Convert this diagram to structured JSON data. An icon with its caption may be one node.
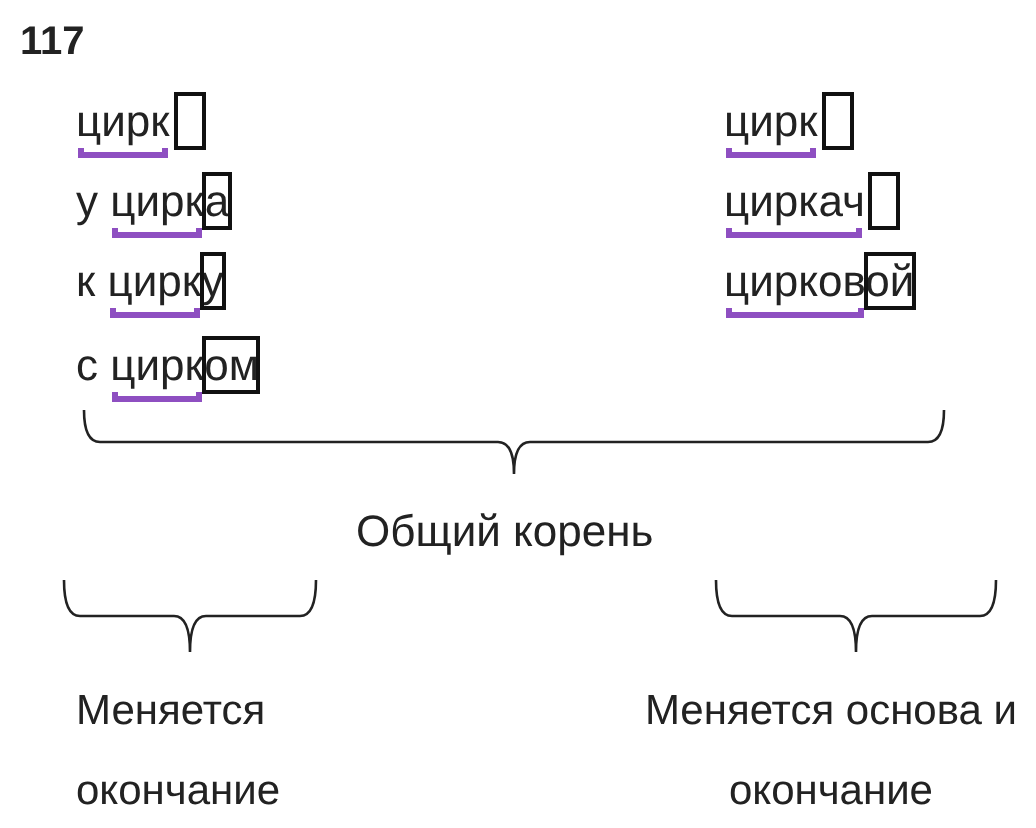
{
  "diagram": {
    "labels": [
      "117",
      "цирк",
      "у цирка",
      "к цирку",
      "с цирком",
      "цирк",
      "циркач",
      "цирковой",
      "Общий корень",
      "Меняется окончание",
      "Меняется основа и окончание"
    ]
  }
}
